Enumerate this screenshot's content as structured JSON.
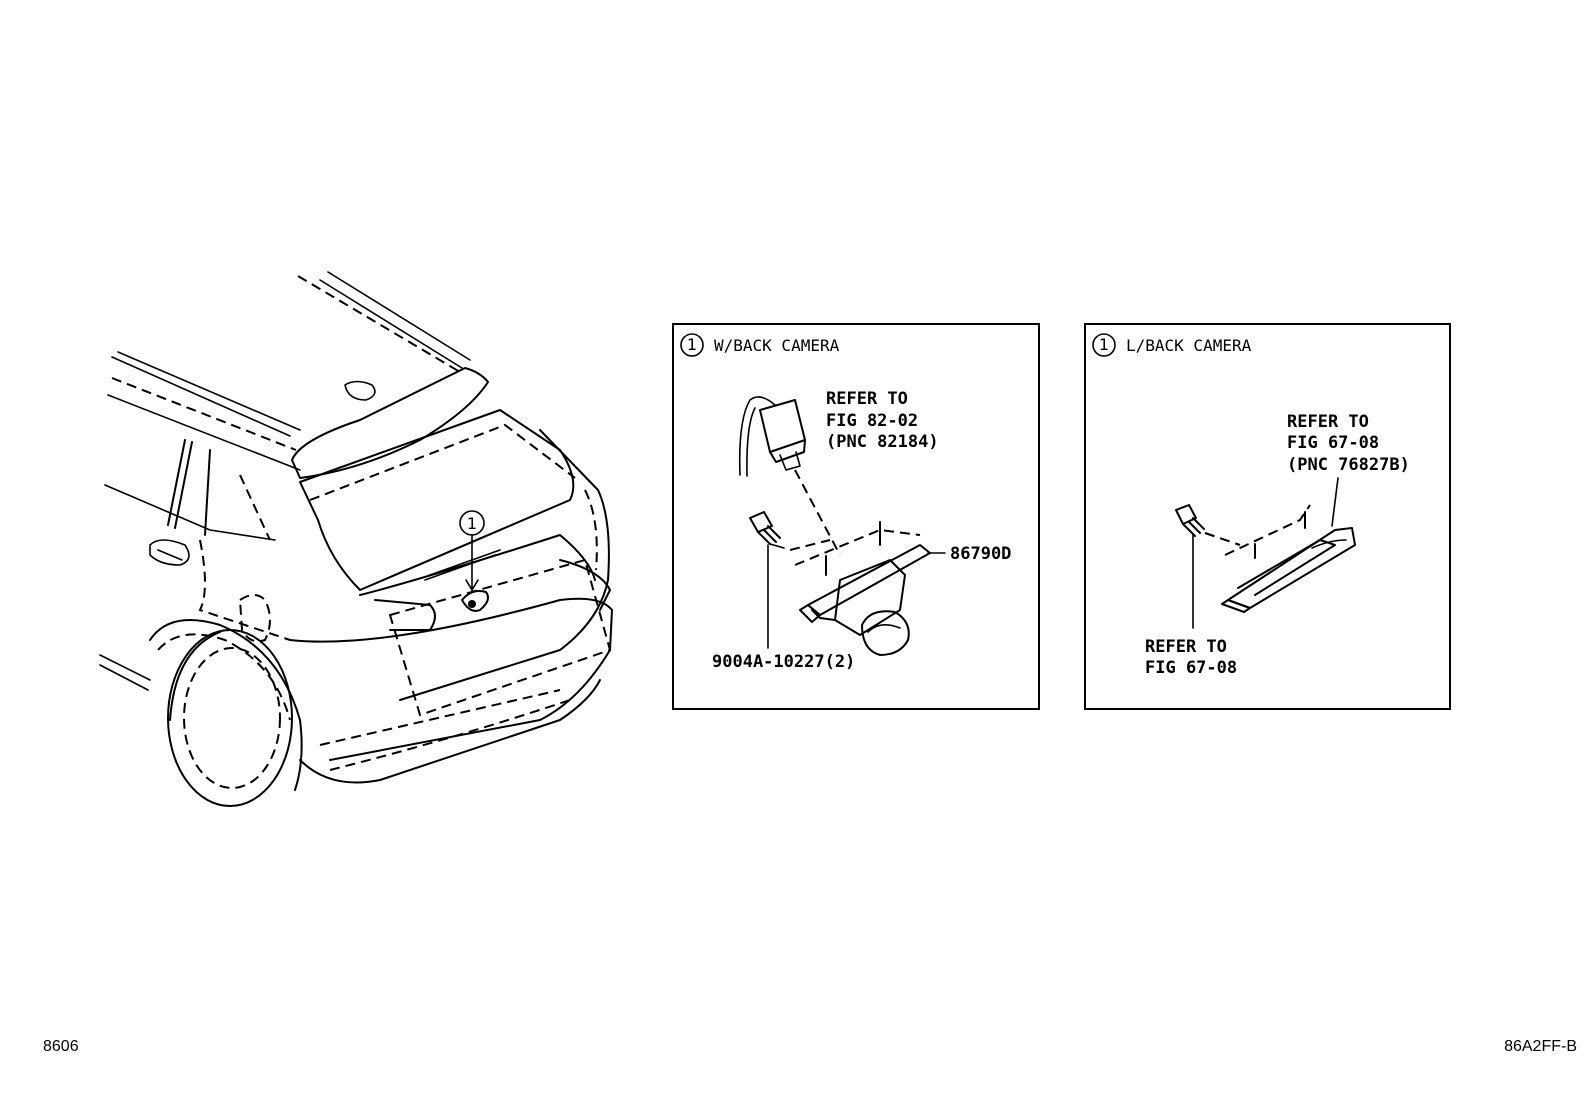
{
  "callout": "1",
  "panel_left": {
    "callout": "1",
    "title": "W/BACK CAMERA",
    "refer1": [
      "REFER TO",
      "FIG 82-02",
      "(PNC 82184)"
    ],
    "part_camera": "86790D",
    "part_screw": "9004A-10227(2)"
  },
  "panel_right": {
    "callout": "1",
    "title": "L/BACK CAMERA",
    "refer1": [
      "REFER TO",
      "FIG 67-08",
      "(PNC 76827B)"
    ],
    "refer2": [
      "REFER TO",
      "FIG 67-08"
    ]
  },
  "footer": {
    "left": "8606",
    "right": "86A2FF-B"
  }
}
